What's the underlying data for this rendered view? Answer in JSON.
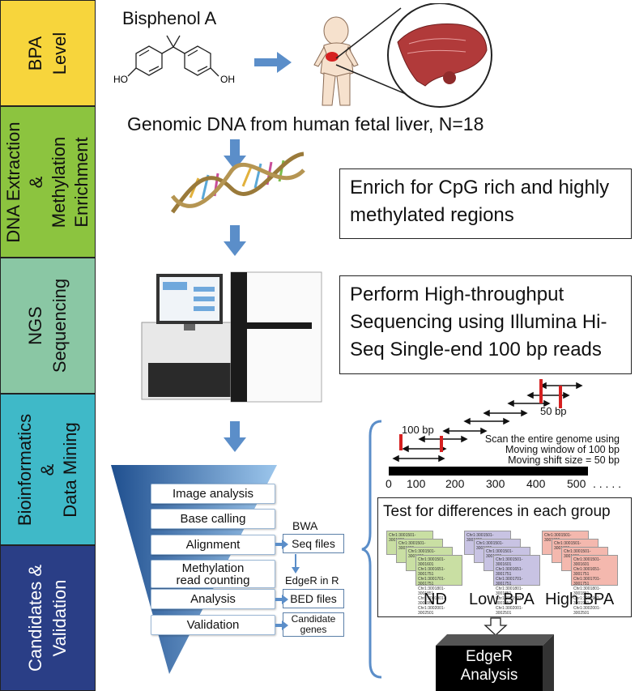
{
  "stages": [
    {
      "label": "BPA\nLevel",
      "color": "#f7d53c"
    },
    {
      "label": "DNA Extraction\n&\nMethylation\nEnrichment",
      "color": "#8cc43f"
    },
    {
      "label": "NGS\nSequencing",
      "color": "#8ac7a4"
    },
    {
      "label": "Bioinformatics\n&\nData Mining",
      "color": "#3fb9c8"
    },
    {
      "label": "Candidates &\nValidation",
      "color": "#2a3e86"
    }
  ],
  "bpa": {
    "name": "Bisphenol A",
    "ho_left": "HO",
    "oh_right": "OH"
  },
  "captions": {
    "genomic": "Genomic DNA from human fetal liver, N=18"
  },
  "notes": {
    "enrich": "Enrich for CpG rich and highly methylated regions",
    "sequencing": "Perform High-throughput Sequencing using Illumina Hi-Seq Single-end 100 bp reads"
  },
  "pipeline": {
    "steps": [
      "Image analysis",
      "Base calling",
      "Alignment",
      "Methylation\nread counting",
      "Analysis",
      "Validation"
    ],
    "tools": {
      "bwa": "BWA",
      "edger": "EdgeR in R"
    },
    "files": {
      "seq": "Seq files",
      "bed": "BED files",
      "candidate": "Candidate\ngenes"
    }
  },
  "genome_scan": {
    "label_100bp": "100 bp",
    "label_50bp": "50 bp",
    "description": [
      "Scan the entire genome using",
      "Moving window of 100 bp",
      "Moving shift size = 50 bp"
    ],
    "ticks": [
      "0",
      "100",
      "200",
      "300",
      "400",
      "500"
    ],
    "ellipsis": ". . . . ."
  },
  "groups": {
    "title": "Test for differences in each group",
    "names": [
      "ND",
      "Low BPA",
      "High BPA"
    ],
    "colors": [
      "#c9dfa3",
      "#c8c3e3",
      "#f4b8ae"
    ],
    "sample_rows": [
      "Chr1:3001501-3001601",
      "Chr1:3001651-3001751",
      "Chr1:3001701-3001751",
      "Chr1:3001801-3001851",
      "Chr1:3001901-3001951",
      "Chr1:3002001-3002501"
    ]
  },
  "edger_box": "EdgeR\nAnalysis",
  "colors": {
    "arrow": "#5b8ec9",
    "red_marker": "#d62020"
  }
}
